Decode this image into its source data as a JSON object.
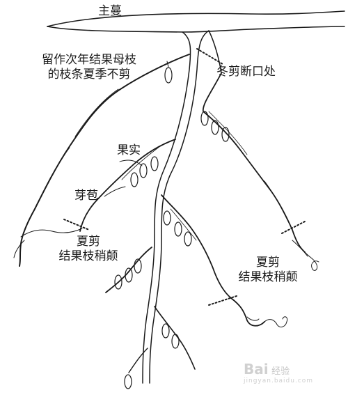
{
  "labels": {
    "main_vine": "主蔓",
    "retained_branch_line1": "留作次年结果母枝",
    "retained_branch_line2": "的枝条夏季不剪",
    "winter_cut": "冬剪断口处",
    "fruit": "果实",
    "bud": "芽苞",
    "summer_cut_left_line1": "夏剪",
    "summer_cut_left_line2": "结果枝稍颠",
    "summer_cut_right_line1": "夏剪",
    "summer_cut_right_line2": "结果枝稍颠"
  },
  "watermark": {
    "brand": "Bai",
    "brand_cn": "经验",
    "url": "jingyan.baidu.com"
  },
  "colors": {
    "line": "#1a1a1a",
    "background": "#ffffff",
    "watermark": "#cccccc"
  }
}
